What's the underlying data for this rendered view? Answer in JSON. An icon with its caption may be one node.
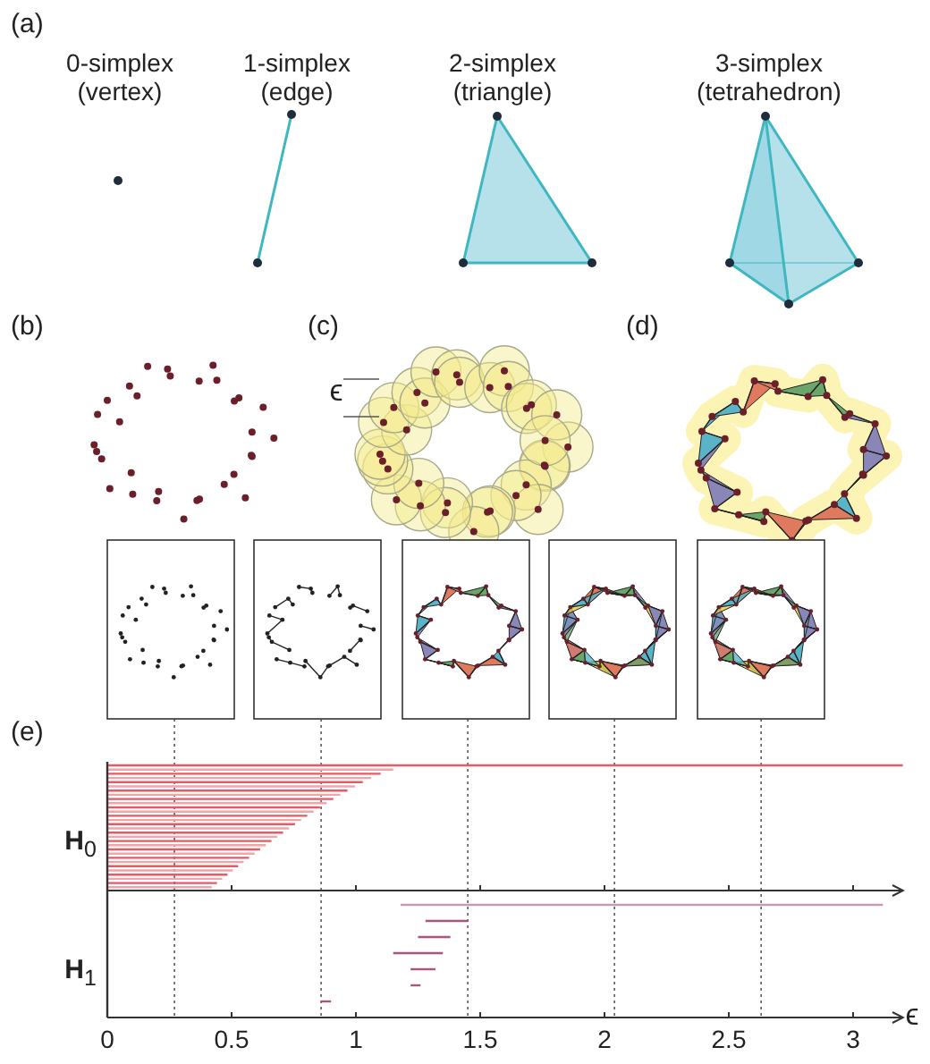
{
  "diagram": {
    "labels": [
      "(a)",
      "0-simplex (vertex)",
      "1-simplex (edge)",
      "2-simplex (triangle)",
      "3-simplex (tetrahedron)",
      "(b)",
      "(c)",
      "ϵ",
      "(d)",
      "(e)",
      "**H**$_{0}$",
      "**H**$_{1}$",
      "0",
      "0.5",
      "1",
      "1.5",
      "2",
      "2.5",
      "3",
      "ϵ"
    ]
  }
}
